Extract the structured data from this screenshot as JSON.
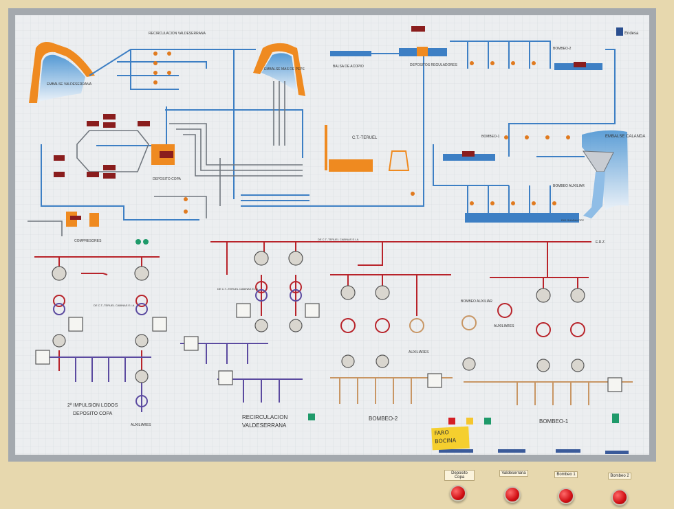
{
  "logo": "Endesa",
  "top": {
    "recirculacion": "RECIRCULACION VALDESERRANA",
    "embalse_valdeserrana": "EMBALSE VALDESERRANA",
    "embalse_mas_de_pepe": "EMBALSE MAS DE PEPE",
    "balsa_acopio": "BALSA DE ACOPIO",
    "depositos_reguladores": "DEPOSITOS REGULADORES",
    "bombeo_2": "BOMBEO-2",
    "bombeo_1": "BOMBEO-1",
    "embalse_calanda": "EMBALSE CALANDA",
    "ct_teruel": "C.T.-TERUEL",
    "deposito_copa": "DEPOSITO COPA",
    "compresores": "COMPRESORES",
    "bombeo_auxiliar": "BOMBEO AUXILIAR",
    "rio_guadalope": "RIO GUADALOPE"
  },
  "bottom": {
    "impulsion": "2ª IMPULSION LODOS",
    "deposito_copa": "DEPOSITO COPA",
    "recirculacion_1": "RECIRCULACION",
    "recirculacion_2": "VALDESERRANA",
    "bombeo_2": "BOMBEO-2",
    "bombeo_1": "BOMBEO-1",
    "auxiliares_1": "AUXILIARES",
    "auxiliares_2": "AUXILIARES",
    "auxiliares_3": "AUXILIARES",
    "bombeo_auxiliar": "BOMBEO AUXILIAR",
    "ct_teruel_cabinas_1": "DE C.T.-TERUEL CABINAS E.I.A.",
    "ct_teruel_cabinas_2": "DE C.T.-TERUEL CABINAS E.I.A.",
    "ct_teruel_cabinas_3": "DE C.T.-TERUEL CABINAS E.I.A.",
    "erz": "E.R.Z."
  },
  "sticky": {
    "line1": "FARO",
    "line2": "BOCINA"
  },
  "plates": [
    "Deposito Copa",
    "Valdeserrana",
    "Bombeo 1",
    "Bombeo 2"
  ],
  "colors": {
    "water": "#3d7fc4",
    "power": "#b8232a",
    "dam": "#ef8a20",
    "violet": "#5b4aa0",
    "board": "#e9ecee",
    "frame": "#9aa0a5"
  }
}
